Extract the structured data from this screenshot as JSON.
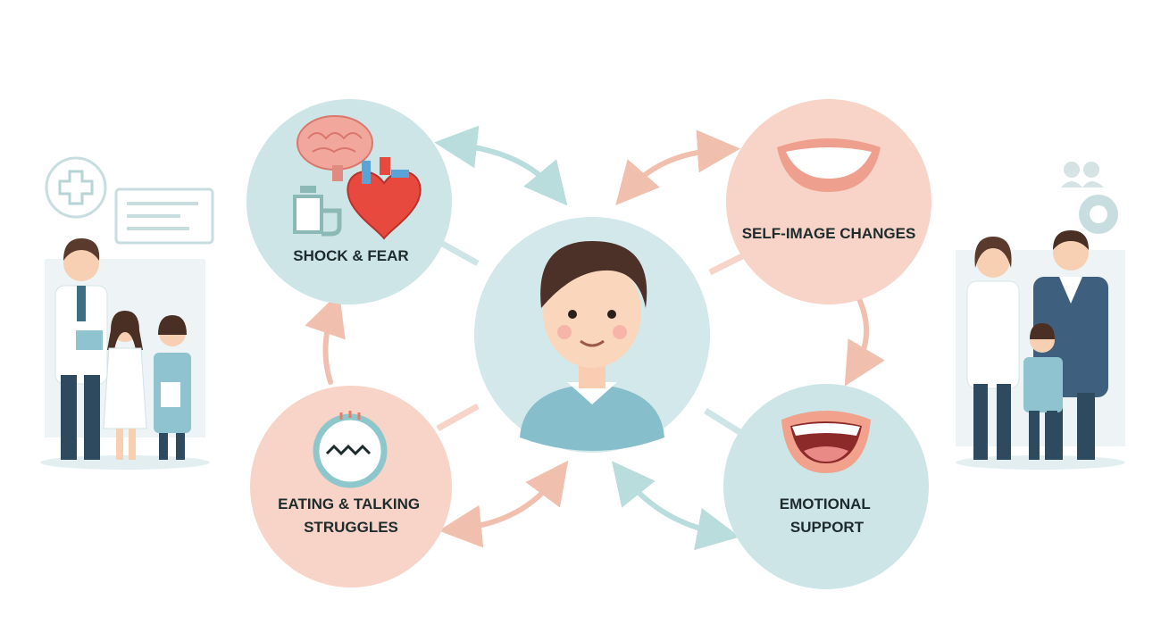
{
  "nodes": {
    "shock": {
      "label": "SHOCK & FEAR",
      "icon": "brain-heart-icon"
    },
    "self_image": {
      "label": "SELF-IMAGE CHANGES",
      "icon": "smile-mouth-icon"
    },
    "eating": {
      "label_line1": "EATING & TALKING",
      "label_line2": "STRUGGLES",
      "icon": "mouth-brace-icon"
    },
    "emotional": {
      "label_line1": "EMOTIONAL",
      "label_line2": "SUPPORT",
      "icon": "open-mouth-icon"
    },
    "center": {
      "icon": "patient-avatar"
    }
  },
  "colors": {
    "teal_circle": "#cde5e7",
    "peach_circle": "#f7d4c7",
    "teal_arrow": "#b9dcdc",
    "peach_arrow": "#f1bfae",
    "text": "#1e2b2d"
  }
}
